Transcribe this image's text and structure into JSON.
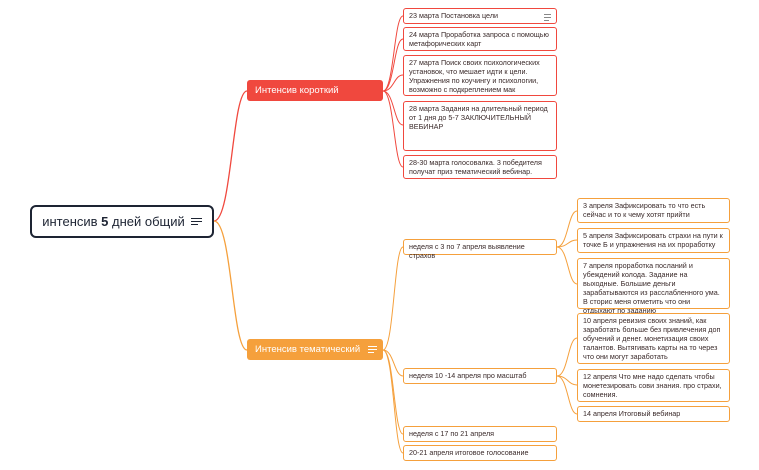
{
  "root": {
    "prefix": "интенсив ",
    "bold": "5",
    "suffix": " дней общий"
  },
  "branch_short": {
    "label": "Интенсив короткий"
  },
  "branch_theme": {
    "label": "Интенсив тематический"
  },
  "short_items": [
    "23 марта Постановка цели",
    "24 марта Проработка запроса с помощью метафорических карт",
    "27 марта Поиск своих психологических установок, что мешает идти к цели. Упражнения по коучингу и психологии, возможно с подкреплением мак",
    "28 марта  Задания на длительный период от 1 дня до 5-7 ЗАКЛЮЧИТЕЛЬНЫЙ ВЕБИНАР",
    "28-30 марта голосовалка. 3 победителя получат приз тематический вебинар."
  ],
  "weeks": [
    "неделя с 3 по 7 апреля выявление страхов",
    "неделя 10 -14 апреля про масштаб",
    "неделя с 17 по 21 апреля",
    "20-21 апреля итоговое голосование"
  ],
  "week1_items": [
    "3 апреля Зафиксировать то что есть сейчас и то к чему хотят прийти",
    "5 апреля Зафиксировать страхи на пути к точке Б и упражнения на их проработку",
    "7 апреля проработка посланий и убеждений колода. Задание на выходные. Большие деньги зарабатываются из расслабленного ума. В сторис меня отметить что они отдыхают по заданию"
  ],
  "week2_items": [
    "10 апреля ревизия своих знаний, как заработать больше без привлечения доп обучений и денег. монетизация своих талантов. Вытягивать карты на то через что они могут заработать",
    "12 апреля Что мне надо сделать чтобы монетезировать сови знания. про страхи, сомнения.",
    "14 апреля Итоговый вебинар"
  ]
}
